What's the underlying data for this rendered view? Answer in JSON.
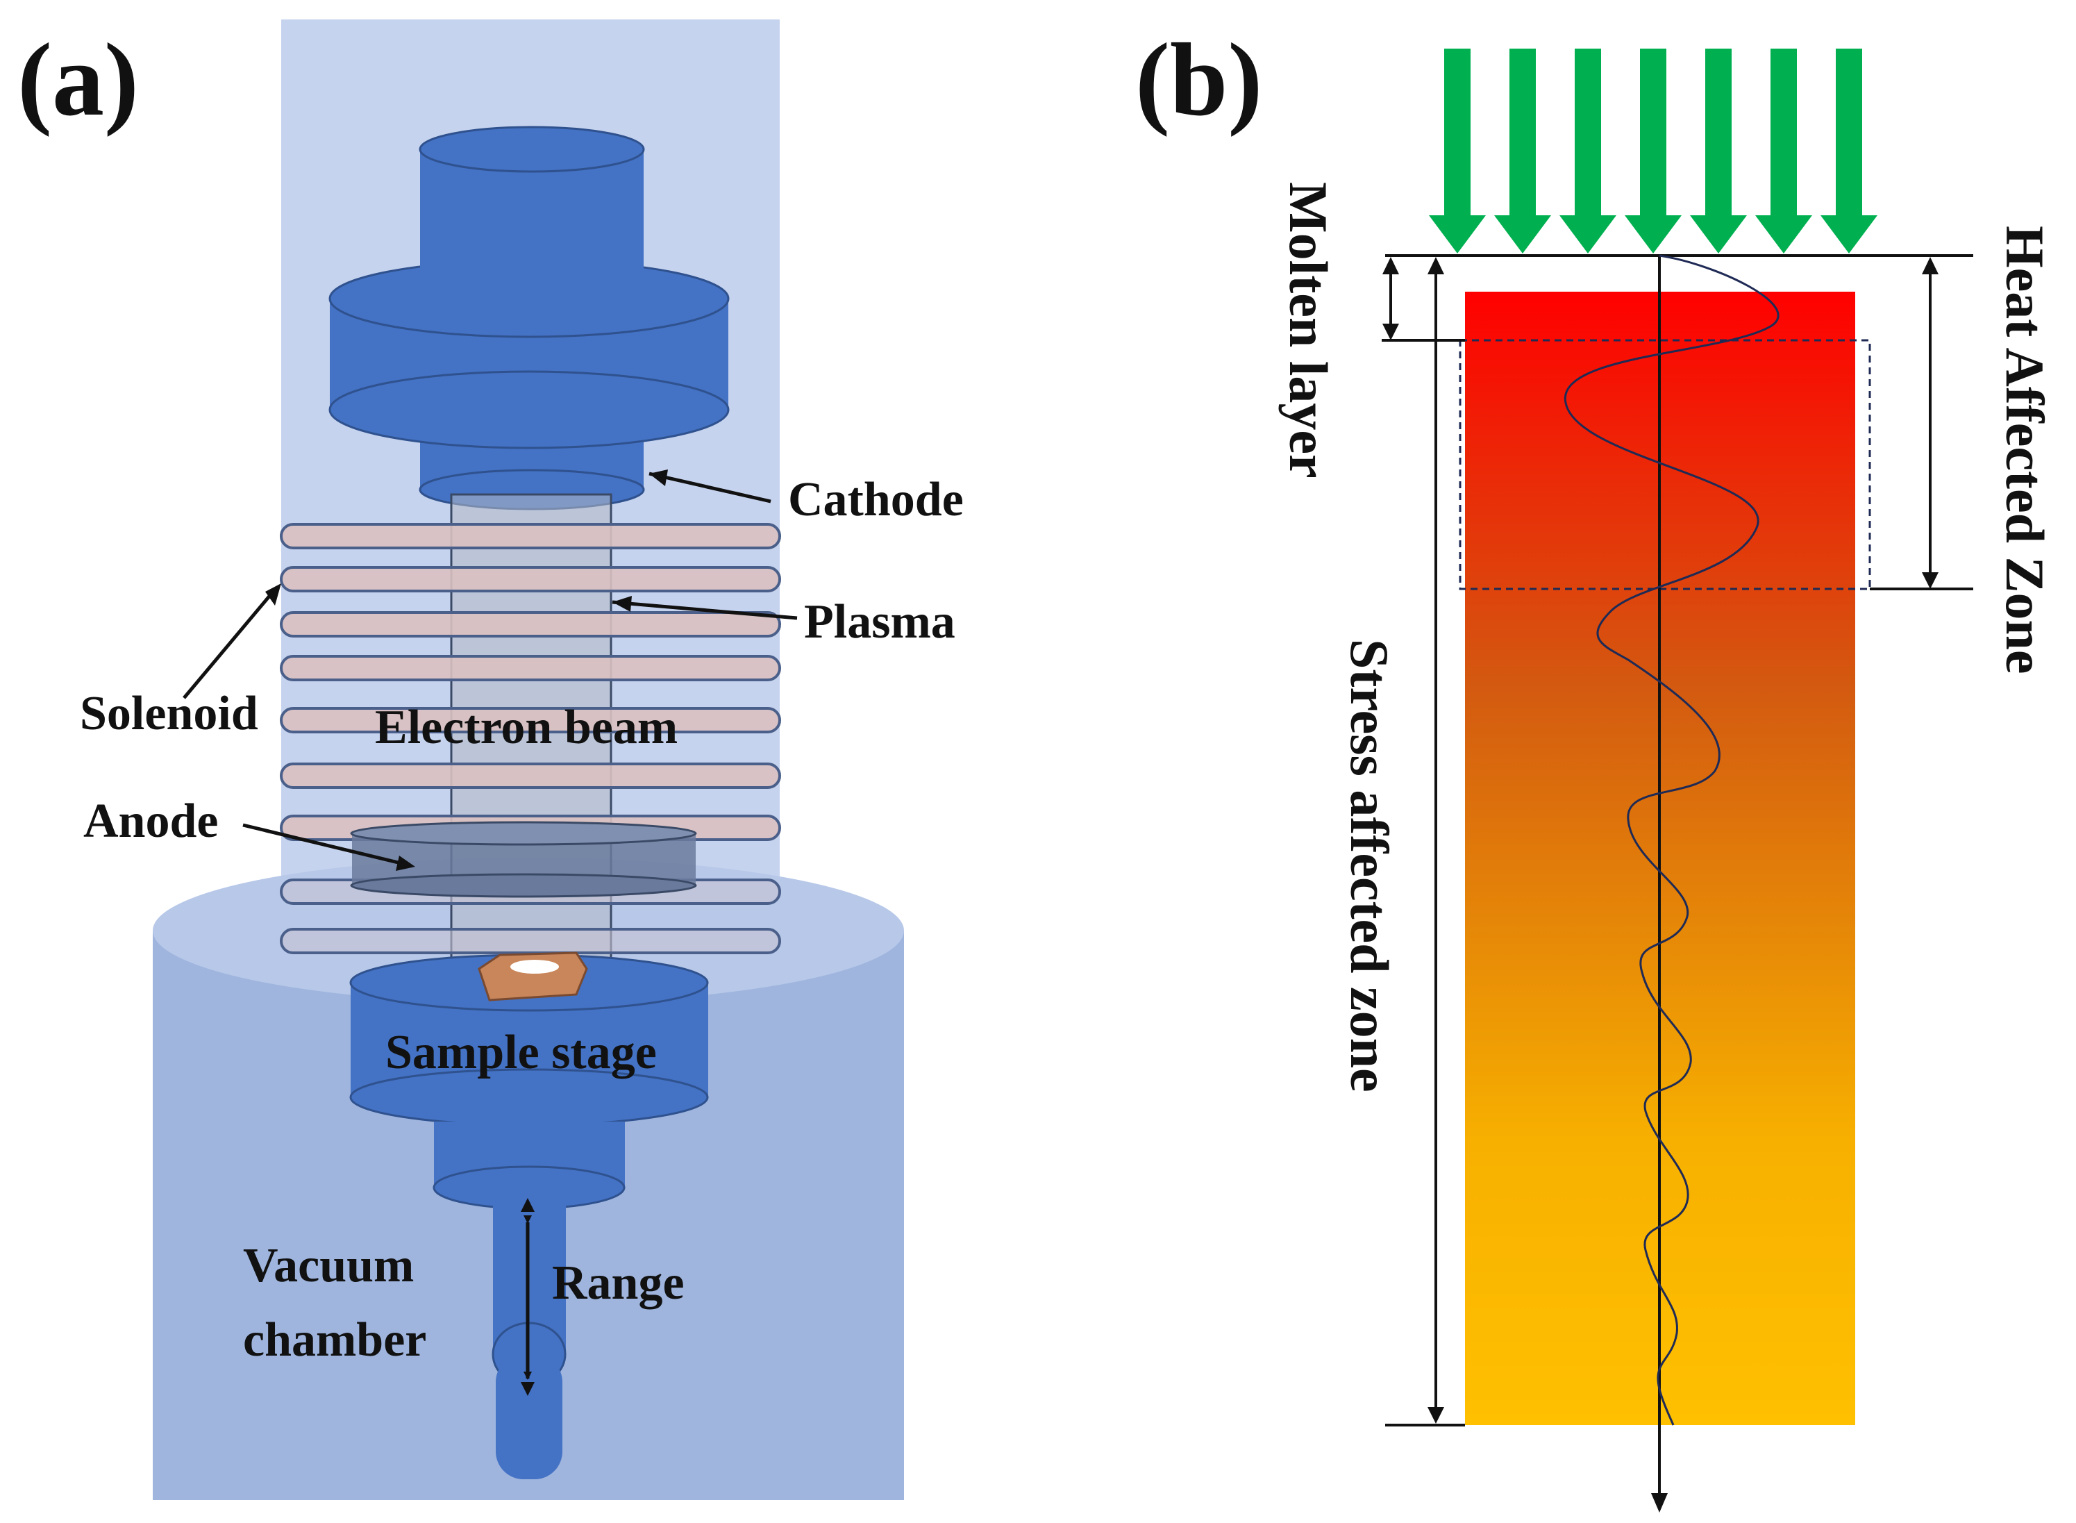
{
  "panel_a": {
    "label": "(a)",
    "labels": {
      "cathode": "Cathode",
      "plasma": "Plasma",
      "solenoid": "Solenoid",
      "electron_beam": "Electron beam",
      "anode": "Anode",
      "sample_stage": "Sample stage",
      "vacuum_chamber_line1": "Vacuum",
      "vacuum_chamber_line2": "chamber",
      "range": "Range"
    }
  },
  "panel_b": {
    "label": "(b)",
    "labels": {
      "molten_layer": "Molten layer",
      "heat_affected_zone": "Heat Affected Zone",
      "stress_affected_zone": "Stress affected zone"
    },
    "incident_arrow_count": 7
  },
  "colors": {
    "tower_background": "#c6d3ee",
    "component_blue": "#4472c4",
    "component_blue_dark": "#2f528f",
    "solenoid_fill": "#d9c0c0",
    "chamber_fill": "#9fb5de",
    "arrow_green": "#00b050",
    "gradient_top": "#ff0000",
    "gradient_bottom": "#ffc000"
  }
}
